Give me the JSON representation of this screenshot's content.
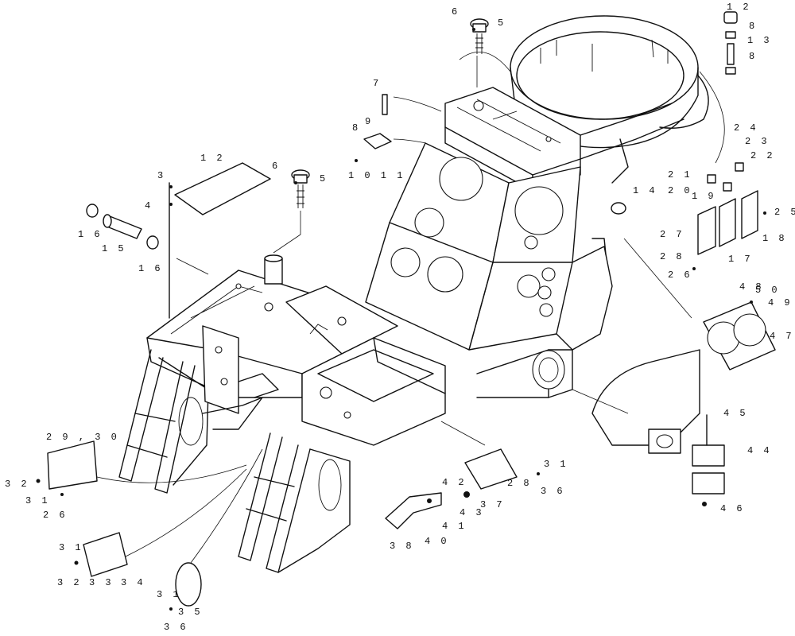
{
  "callouts": [
    {
      "id": "c12a",
      "text": "1 2"
    },
    {
      "id": "c12b",
      "text": "1 2"
    },
    {
      "id": "c3",
      "text": "3"
    },
    {
      "id": "c4",
      "text": "4"
    },
    {
      "id": "c5a",
      "text": "5"
    },
    {
      "id": "c5b",
      "text": "5"
    },
    {
      "id": "c6a",
      "text": "6"
    },
    {
      "id": "c6b",
      "text": "6"
    },
    {
      "id": "c7",
      "text": "7"
    },
    {
      "id": "c8a",
      "text": "8"
    },
    {
      "id": "c8b",
      "text": "8"
    },
    {
      "id": "c8c",
      "text": "8"
    },
    {
      "id": "c9",
      "text": "9"
    },
    {
      "id": "c10_11",
      "text": "1 0 1 1"
    },
    {
      "id": "c13",
      "text": "1 3"
    },
    {
      "id": "c14",
      "text": "1 4"
    },
    {
      "id": "c15",
      "text": "1 5"
    },
    {
      "id": "c16a",
      "text": "1 6"
    },
    {
      "id": "c16b",
      "text": "1 6"
    },
    {
      "id": "c17",
      "text": "1 7"
    },
    {
      "id": "c18",
      "text": "1 8"
    },
    {
      "id": "c19",
      "text": "1 9"
    },
    {
      "id": "c20",
      "text": "2 0"
    },
    {
      "id": "c21",
      "text": "2 1"
    },
    {
      "id": "c22",
      "text": "2 2"
    },
    {
      "id": "c23",
      "text": "2 3"
    },
    {
      "id": "c24",
      "text": "2 4"
    },
    {
      "id": "c25",
      "text": "2 5"
    },
    {
      "id": "c26a",
      "text": "2 6"
    },
    {
      "id": "c26b",
      "text": "2 6"
    },
    {
      "id": "c27",
      "text": "2 7"
    },
    {
      "id": "c28a",
      "text": "2 8"
    },
    {
      "id": "c28b",
      "text": "2 8"
    },
    {
      "id": "c29_30",
      "text": "2 9 , 3 0"
    },
    {
      "id": "c31a",
      "text": "3 1"
    },
    {
      "id": "c31b",
      "text": "3 1"
    },
    {
      "id": "c31c",
      "text": "3 1"
    },
    {
      "id": "c31d",
      "text": "3 1"
    },
    {
      "id": "c32a",
      "text": "3 2"
    },
    {
      "id": "c32b",
      "text": "3 2"
    },
    {
      "id": "c33",
      "text": "3 3"
    },
    {
      "id": "c34",
      "text": "3 4"
    },
    {
      "id": "c35",
      "text": "3 5"
    },
    {
      "id": "c36a",
      "text": "3 6"
    },
    {
      "id": "c36b",
      "text": "3 6"
    },
    {
      "id": "c37",
      "text": "3 7"
    },
    {
      "id": "c38",
      "text": "3 8"
    },
    {
      "id": "c40",
      "text": "4 0"
    },
    {
      "id": "c41",
      "text": "4 1"
    },
    {
      "id": "c42",
      "text": "4 2"
    },
    {
      "id": "c43",
      "text": "4 3"
    },
    {
      "id": "c44",
      "text": "4 4"
    },
    {
      "id": "c45",
      "text": "4 5"
    },
    {
      "id": "c46",
      "text": "4 6"
    },
    {
      "id": "c47",
      "text": "4 7"
    },
    {
      "id": "c48",
      "text": "4 8"
    },
    {
      "id": "c49",
      "text": "4 9"
    },
    {
      "id": "c50",
      "text": "5 0"
    }
  ]
}
